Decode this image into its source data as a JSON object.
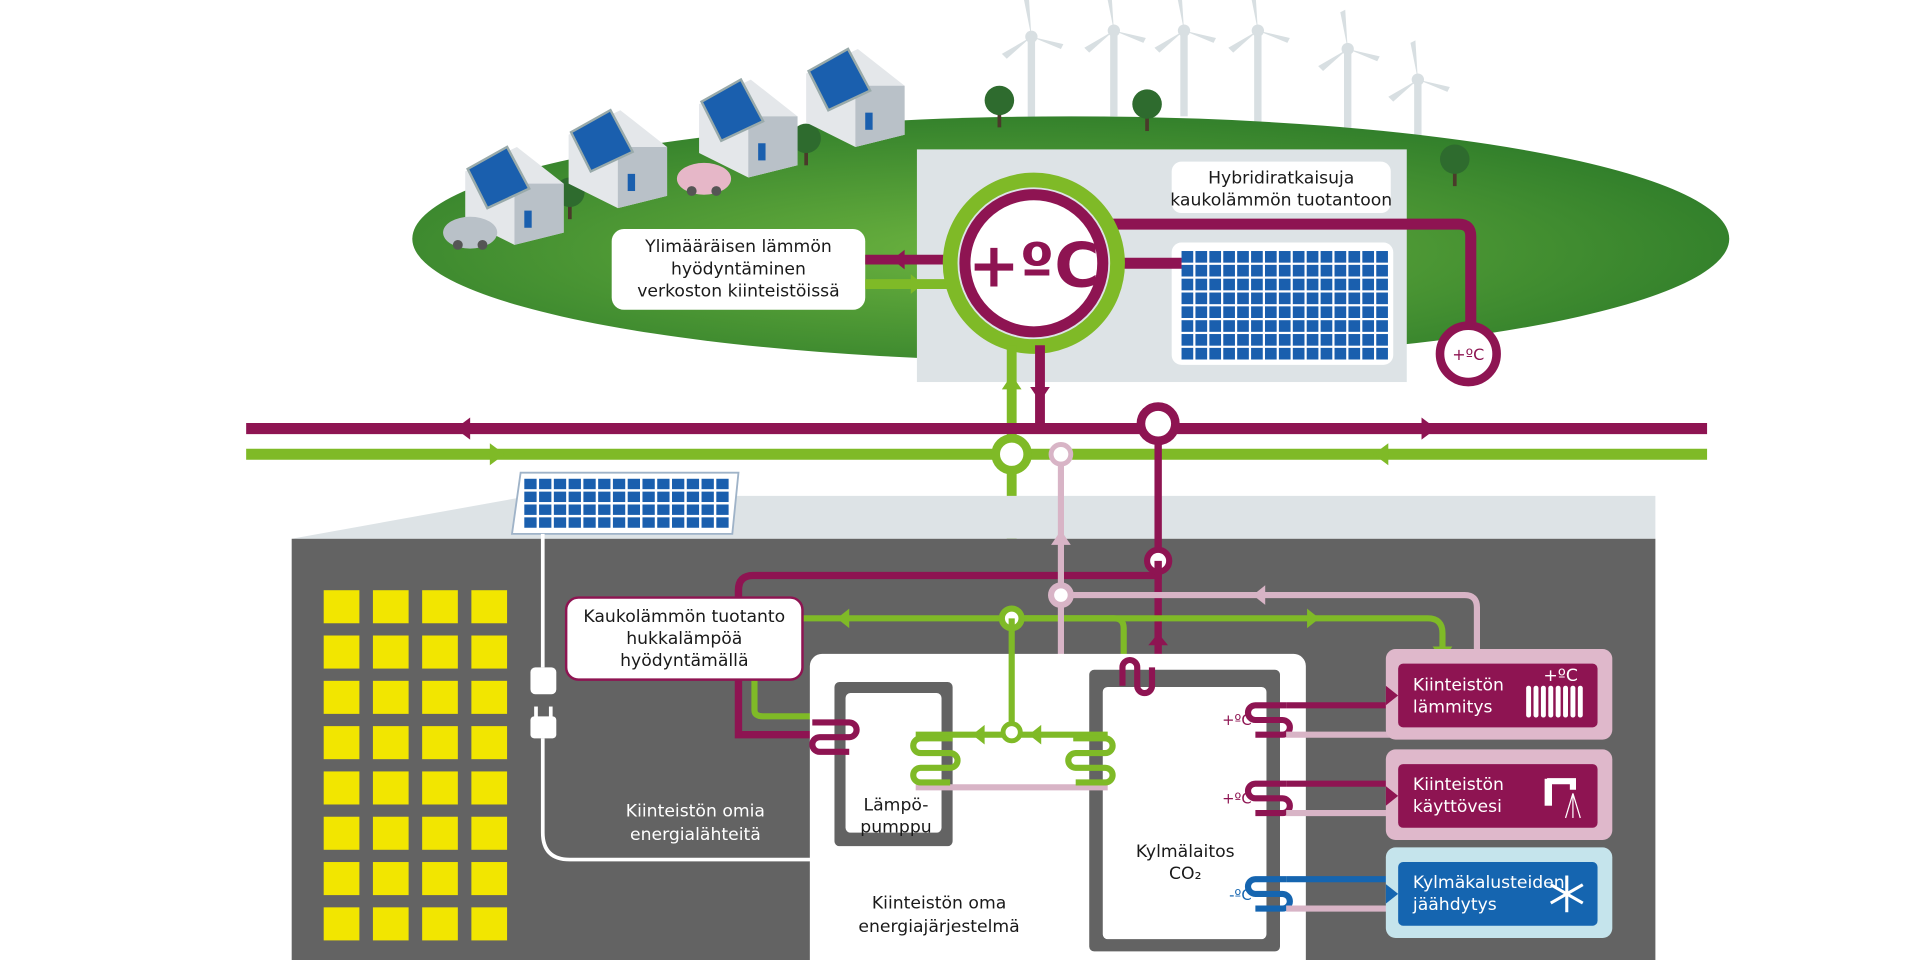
{
  "title": "Hybrid district heating energy system diagram",
  "colors": {
    "heat_pipe": "#8e1452",
    "return_pipe": "#7fba27",
    "cold_return": "#d8b4c6",
    "cooling": "#1565b0",
    "ground": "#3a8a2e",
    "building_dark": "#636363",
    "panel_blue": "#1a5fae",
    "yellow_window": "#f2e600",
    "turbine": "#d8dfe2",
    "light_panel": "#dde3e6"
  },
  "labels": {
    "excess_heat": [
      "Ylimääräisen lämmön",
      "hyödyntäminen",
      "verkoston kiinteistöissä"
    ],
    "hybrid": [
      "Hybridiratkaisuja",
      "kaukolämmön tuotantoon"
    ],
    "hub_symbol": "+ºC",
    "small_hub_symbol": "+ºC",
    "waste_heat": [
      "Kaukolämmön tuotanto",
      "hukkalämpöä",
      "hyödyntämällä"
    ],
    "own_sources": [
      "Kiinteistön omia",
      "energialähteitä"
    ],
    "heat_pump": [
      "Lämpö-",
      "pumppu"
    ],
    "own_system": [
      "Kiinteistön oma",
      "energiajärjestelmä"
    ],
    "co2_plant": [
      "Kylmälaitos",
      "CO₂"
    ],
    "temp_plus_1": "+ºC",
    "temp_plus_2": "+ºC",
    "temp_minus": "-ºC"
  },
  "outputs": [
    {
      "label": [
        "Kiinteistön",
        "lämmitys"
      ],
      "icon": "radiator-icon",
      "icon_text": "+ºC"
    },
    {
      "label": [
        "Kiinteistön",
        "käyttövesi"
      ],
      "icon": "shower-icon"
    },
    {
      "label": [
        "Kylmäkalusteiden",
        "jäähdytys"
      ],
      "icon": "snowflake-icon"
    }
  ]
}
